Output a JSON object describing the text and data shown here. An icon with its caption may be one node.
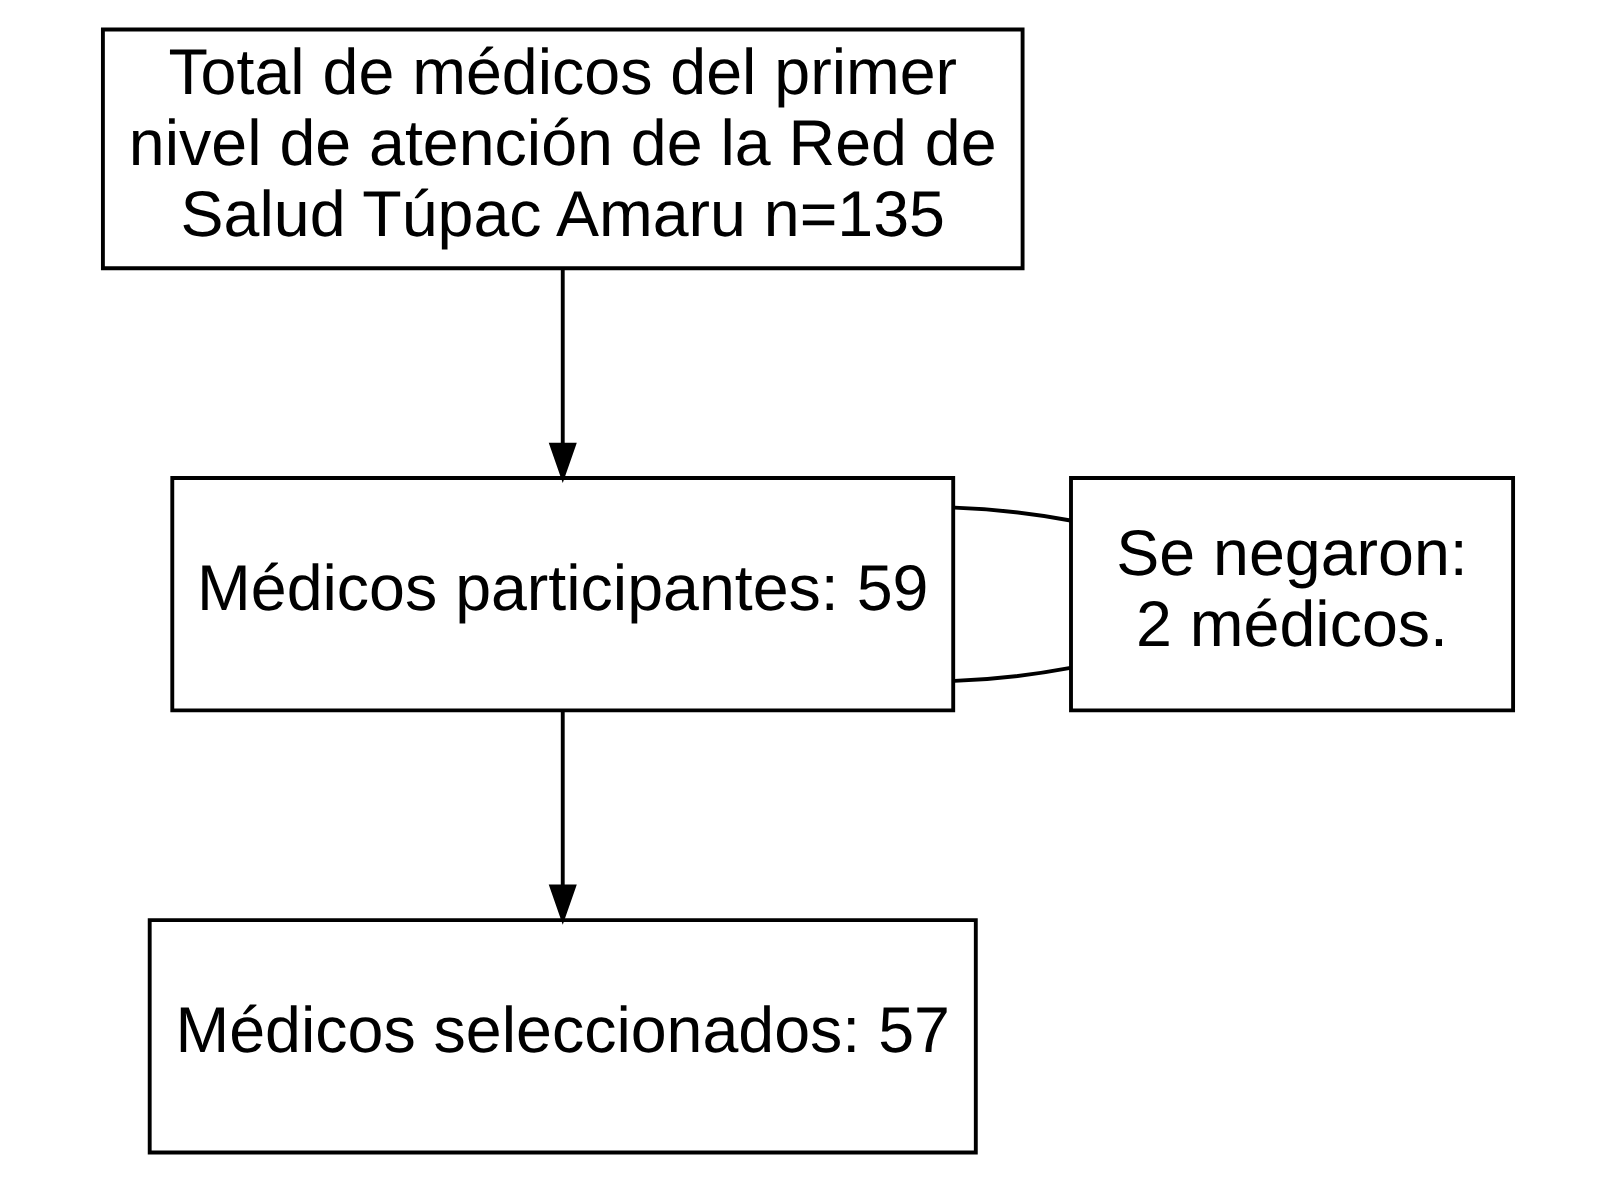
{
  "diagram": {
    "nodes": [
      {
        "text": [
          "Total de médicos del primer nivel de atención de la Red de Salud Túpac Amaru n=135"
        ]
      },
      {
        "text": [
          "Médicos participantes: 59"
        ]
      },
      {
        "text": [
          "Se negaron: 2 médicos."
        ]
      },
      {
        "text": [
          "Médicos seleccionados: 57"
        ]
      }
    ],
    "edges": [
      {
        "from": 0,
        "to": 1,
        "arrow": "to"
      },
      {
        "from": 1,
        "to": 2,
        "arrow": "none"
      },
      {
        "from": 1,
        "to": 2,
        "arrow": "none"
      },
      {
        "from": 1,
        "to": 3,
        "arrow": "to"
      }
    ]
  }
}
